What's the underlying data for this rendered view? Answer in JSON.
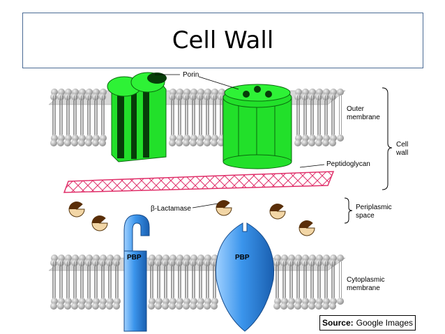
{
  "slide": {
    "title": "Cell Wall"
  },
  "diagram": {
    "labels": {
      "porin": "Porin",
      "outer_membrane": [
        "Outer",
        "membrane"
      ],
      "cell_wall": [
        "Cell",
        "wall"
      ],
      "peptidoglycan": "Peptidoglycan",
      "beta_lactamase": "β-Lactamase",
      "periplasmic_space": [
        "Periplasmic",
        "space"
      ],
      "pbp_left": "PBP",
      "pbp_right": "PBP",
      "cytoplasmic_membrane": [
        "Cytoplasmic",
        "membrane"
      ]
    },
    "colors": {
      "porin_green": "#22e02a",
      "lipid_head": "#b8b8b8",
      "peptidoglycan_mesh": "#e0306a",
      "pbp_blue": "#2f8fe8",
      "lactamase_tan": "#f2d6a6"
    }
  },
  "source": {
    "label": "Source:",
    "text": "Google Images"
  }
}
